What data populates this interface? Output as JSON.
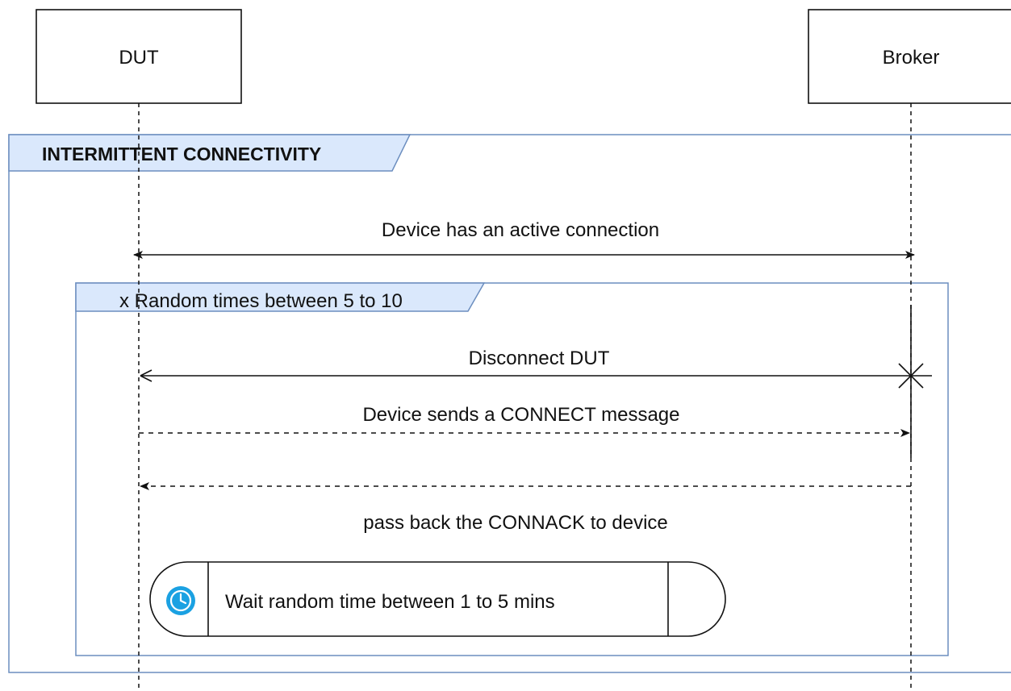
{
  "participants": {
    "dut": "DUT",
    "broker": "Broker"
  },
  "frames": {
    "outer_title": "INTERMITTENT CONNECTIVITY",
    "inner_title": "x Random times between 5 to 10"
  },
  "messages": {
    "active_connection": "Device has an active connection",
    "disconnect": "Disconnect DUT",
    "connect": "Device sends a CONNECT message",
    "connack": "pass back the CONNACK to device"
  },
  "wait": {
    "label": "Wait random time between 1 to 5 mins",
    "icon": "clock-icon"
  },
  "colors": {
    "frame_border": "#6c8ebf",
    "frame_header_fill": "#dae8fc",
    "clock_fill": "#1ba1e2",
    "line": "#111111"
  }
}
